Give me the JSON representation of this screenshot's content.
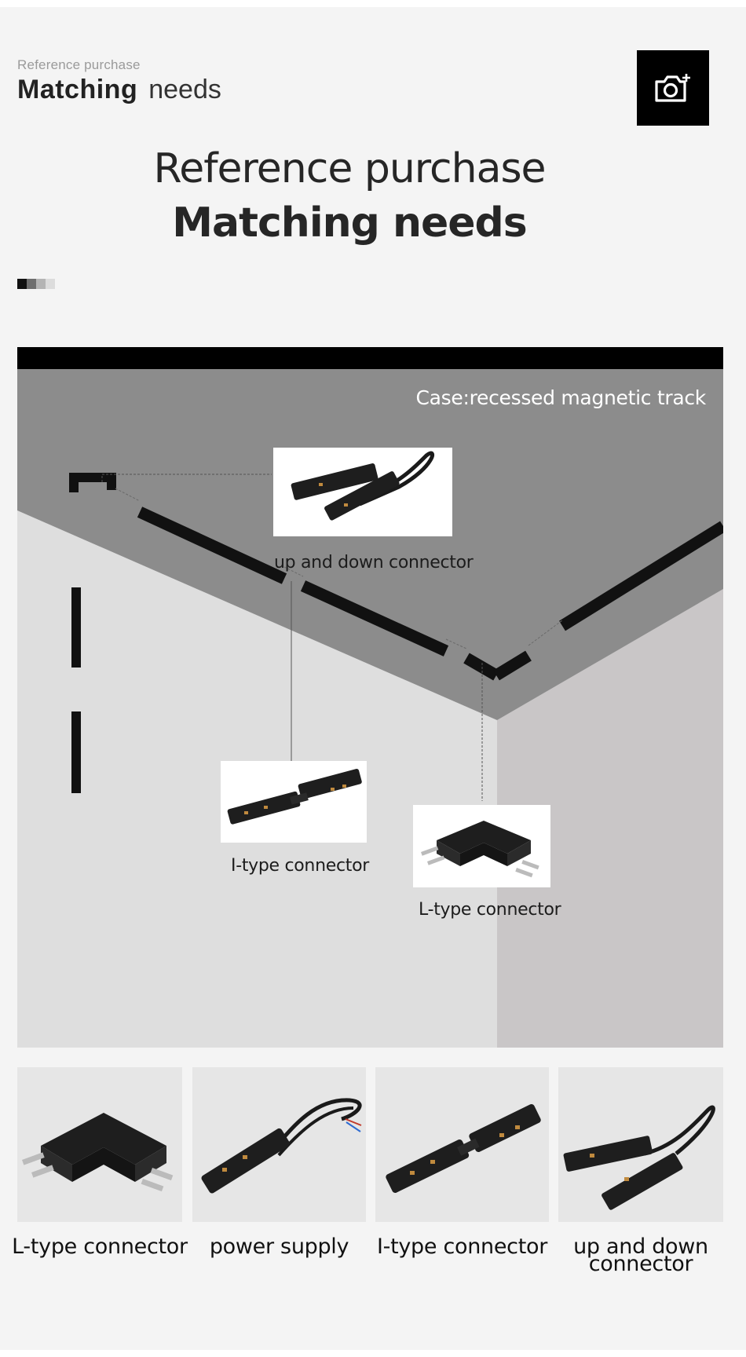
{
  "header": {
    "kicker": "Reference purchase",
    "heading_bold": "Matching",
    "heading_light": "needs",
    "camera_icon": "camera-plus-icon"
  },
  "title": {
    "line1": "Reference purchase",
    "line2": "Matching needs"
  },
  "swatches": [
    "#111111",
    "#6e6e6e",
    "#b4b4b4",
    "#dcdcdc"
  ],
  "scene": {
    "case_label": "Case:recessed magnetic track",
    "callouts": [
      {
        "label": "up and down connector"
      },
      {
        "label": "I-type connector"
      },
      {
        "label": "L-type connector"
      }
    ]
  },
  "products": [
    {
      "label": "L-type connector",
      "icon": "l-type-connector-icon"
    },
    {
      "label": "power supply",
      "icon": "power-supply-icon"
    },
    {
      "label": "I-type connector",
      "icon": "i-type-connector-icon"
    },
    {
      "label": "up and down connector",
      "icon": "up-down-connector-icon"
    }
  ],
  "colors": {
    "background": "#f4f4f4",
    "ceiling": "#8c8c8c",
    "wall_left": "#dedede",
    "wall_right": "#c9c6c7",
    "track": "#111111"
  }
}
